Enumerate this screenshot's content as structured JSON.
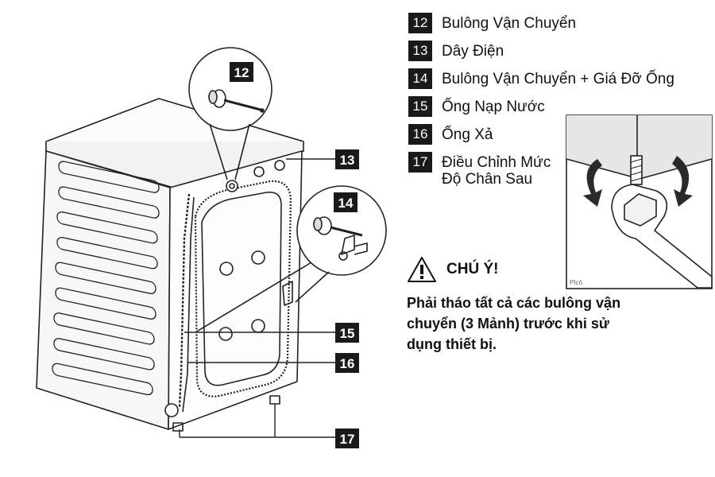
{
  "legend": {
    "items": [
      {
        "num": "12",
        "label": "Bulông Vận Chuyển"
      },
      {
        "num": "13",
        "label": "Dây Điện"
      },
      {
        "num": "14",
        "label": "Bulông Vận Chuyển + Giá Đỡ Ống"
      },
      {
        "num": "15",
        "label": "Ống Nạp Nước"
      },
      {
        "num": "16",
        "label": "Ống Xả"
      },
      {
        "num": "17",
        "label": "Điều Chỉnh Mức\nĐộ Chân Sau"
      }
    ]
  },
  "callouts": {
    "c12": "12",
    "c13": "13",
    "c14": "14",
    "c15": "15",
    "c16": "16",
    "c17": "17"
  },
  "caution": {
    "title": "CHÚ Ý!",
    "text": "Phải tháo tất cả các bulông vận\nchuyển (3 Mảnh) trước khi sử\ndụng thiết bị."
  },
  "inset": {
    "corner_label": "PIcô"
  },
  "colors": {
    "line": "#222222",
    "badge": "#1a1a1a",
    "inset_shadow": "#d6d6d6",
    "wall_fill": "#f4f4f4"
  }
}
